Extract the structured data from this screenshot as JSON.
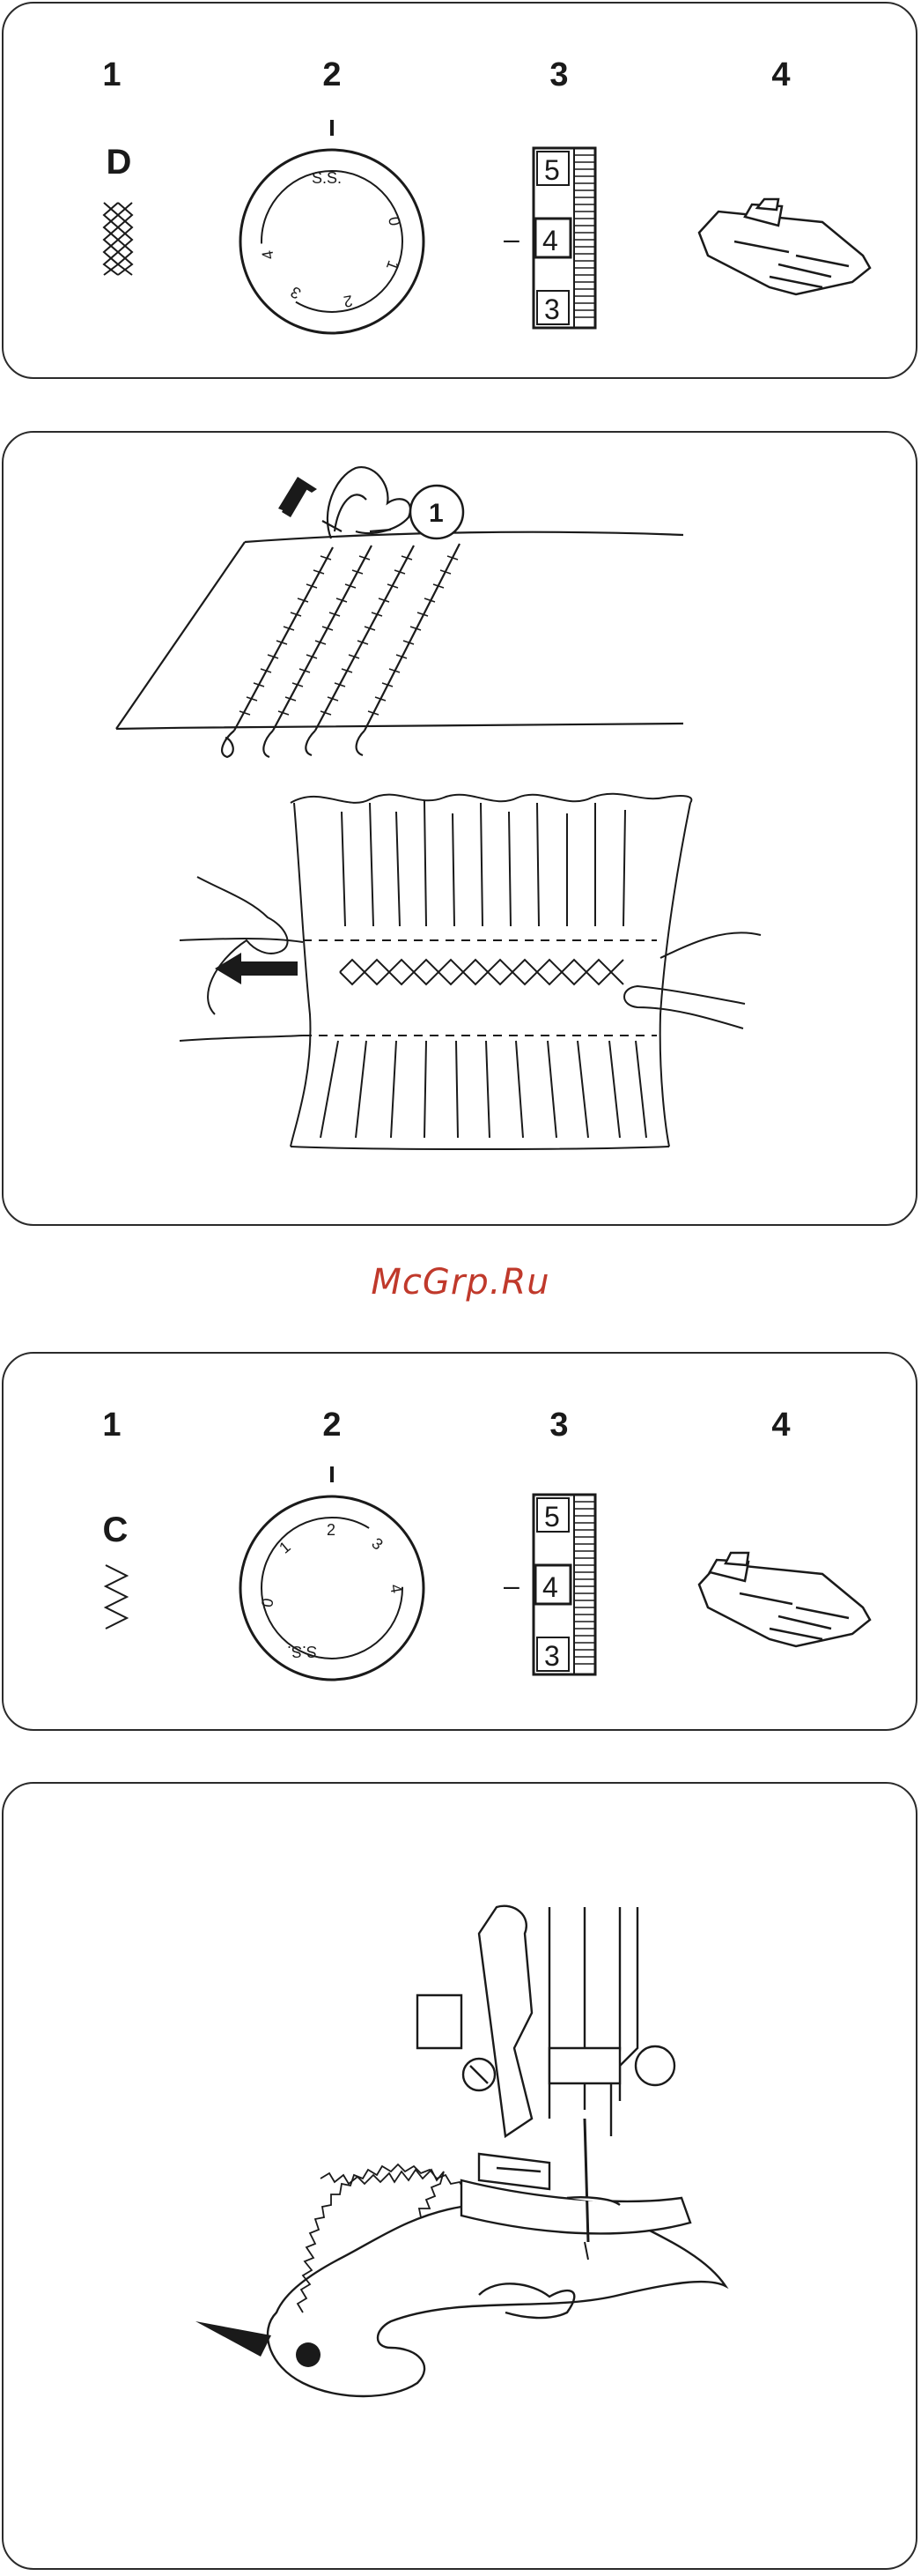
{
  "panel1": {
    "labels": [
      "1",
      "2",
      "3",
      "4"
    ],
    "stitch_letter": "D",
    "dial_marks": [
      "S.S.",
      "0",
      "1",
      "2",
      "3",
      "4"
    ],
    "gauge_values": [
      "5",
      "4",
      "3"
    ],
    "gauge_indicator": "–"
  },
  "panel2": {
    "callout": "1"
  },
  "watermark": "McGrp.Ru",
  "panel3": {
    "labels": [
      "1",
      "2",
      "3",
      "4"
    ],
    "stitch_letter": "C",
    "dial_marks": [
      "S.S.",
      "0",
      "1",
      "2",
      "3",
      "4"
    ],
    "gauge_values": [
      "5",
      "4",
      "3"
    ],
    "gauge_indicator": "–"
  },
  "icons": {
    "panel1": [
      "smocking-stitch-icon",
      "stitch-length-dial-icon",
      "stitch-width-gauge-icon",
      "presser-foot-icon"
    ],
    "panel2": [
      "smocking-illustration-icon"
    ],
    "panel3": [
      "zigzag-stitch-icon",
      "stitch-length-dial-icon",
      "stitch-width-gauge-icon",
      "presser-foot-icon"
    ],
    "panel4": [
      "applique-sewing-illustration-icon"
    ]
  },
  "colors": {
    "line": "#1a1a1a",
    "watermark": "#c0392b",
    "border": "#2b2b2b"
  }
}
